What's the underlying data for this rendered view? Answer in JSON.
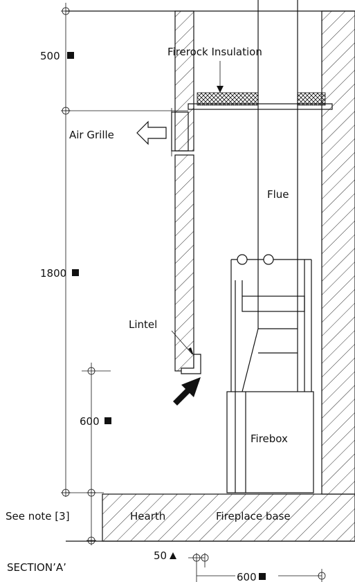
{
  "labels": {
    "insulation": "Firerock Insulation",
    "air_grille": "Air Grille",
    "flue": "Flue",
    "lintel": "Lintel",
    "firebox": "Firebox",
    "hearth": "Hearth",
    "fireplace_base": "Fireplace base",
    "see_note": "See note [3]",
    "section": "SECTION’A’"
  },
  "dimensions": {
    "d500": "500",
    "d1800": "1800",
    "d600_left": "600",
    "d50": "50",
    "d600_bottom": "600"
  }
}
